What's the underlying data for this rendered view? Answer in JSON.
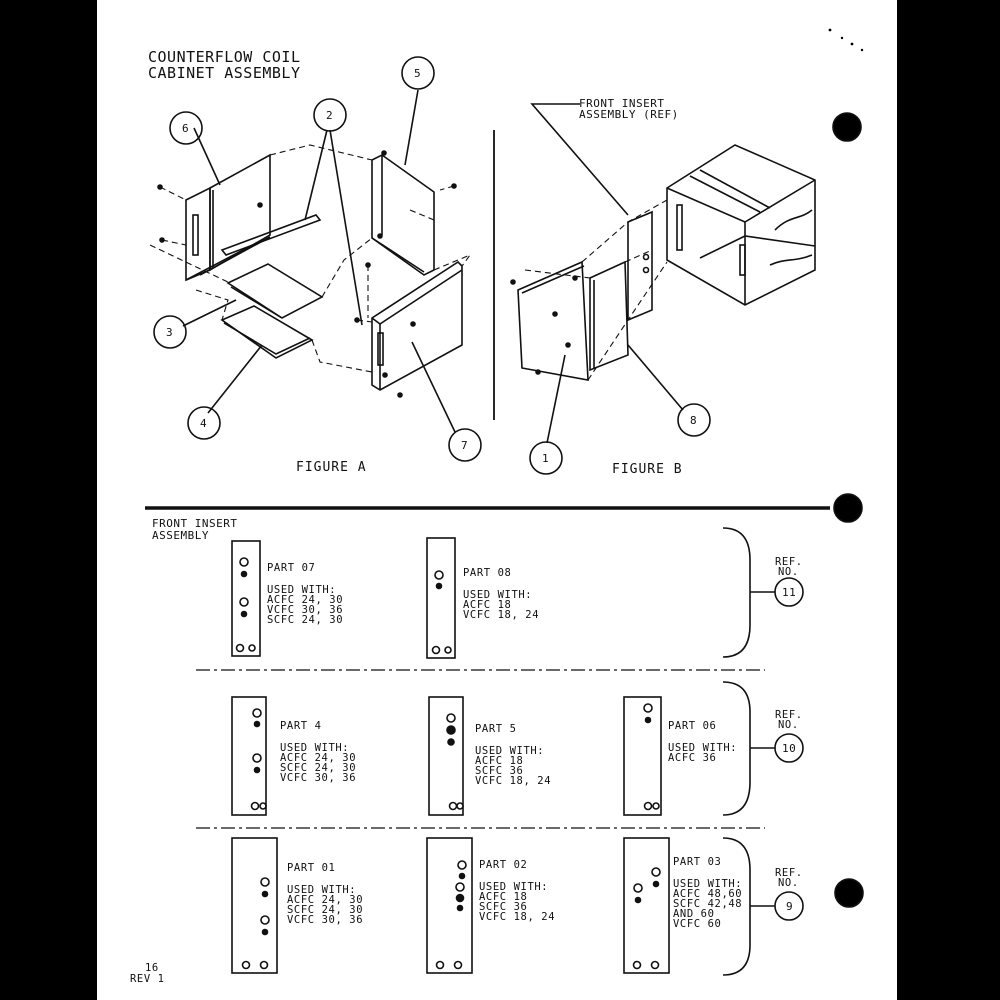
{
  "title_line1": "COUNTERFLOW COIL",
  "title_line2": "CABINET ASSEMBLY",
  "front_insert_ref_line1": "FRONT INSERT",
  "front_insert_ref_line2": "ASSEMBLY (REF)",
  "figure_a": "FIGURE A",
  "figure_b": "FIGURE B",
  "callouts": [
    "1",
    "2",
    "3",
    "4",
    "5",
    "6",
    "7",
    "8"
  ],
  "section_title_line1": "FRONT INSERT",
  "section_title_line2": "ASSEMBLY",
  "ref_label_line1": "REF.",
  "ref_label_line2": "NO.",
  "rows": [
    {
      "ref": "11",
      "parts": [
        {
          "name": "PART 07",
          "used": "USED WITH:",
          "models": [
            "ACFC 24, 30",
            "VCFC 30, 36",
            "SCFC 24, 30"
          ]
        },
        {
          "name": "PART 08",
          "used": "USED WITH:",
          "models": [
            "ACFC 18",
            "VCFC 18, 24"
          ]
        }
      ]
    },
    {
      "ref": "10",
      "parts": [
        {
          "name": "PART 4",
          "used": "USED WITH:",
          "models": [
            "ACFC 24, 30",
            "SCFC 24, 30",
            "VCFC 30, 36"
          ]
        },
        {
          "name": "PART 5",
          "used": "USED WITH:",
          "models": [
            "ACFC 18",
            "SCFC 36",
            "VCFC 18, 24"
          ]
        },
        {
          "name": "PART 06",
          "used": "USED WITH:",
          "models": [
            "ACFC 36"
          ]
        }
      ]
    },
    {
      "ref": "9",
      "parts": [
        {
          "name": "PART 01",
          "used": "USED WITH:",
          "models": [
            "ACFC 24, 30",
            "SCFC 24, 30",
            "VCFC 30, 36"
          ]
        },
        {
          "name": "PART 02",
          "used": "USED WITH:",
          "models": [
            "ACFC 18",
            "SCFC 36",
            "VCFC 18, 24"
          ]
        },
        {
          "name": "PART 03",
          "used": "USED WITH:",
          "models": [
            "ACFC 48,60",
            "SCFC 42,48",
            "AND 60",
            "VCFC 60"
          ]
        }
      ]
    }
  ],
  "page_number": "16",
  "revision": "REV 1"
}
